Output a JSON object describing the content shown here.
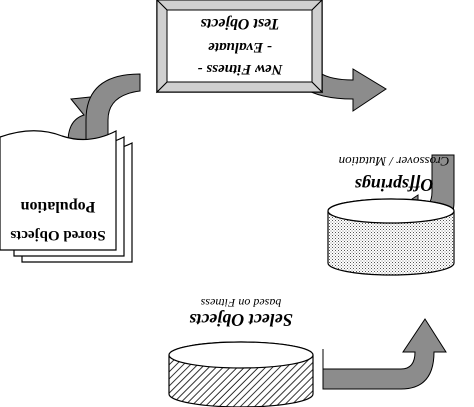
{
  "diagram": {
    "evaluate_box": {
      "line1": "New Fitness -",
      "line2": "- Evaluate",
      "line3": "Test Objects"
    },
    "population": {
      "title": "Population",
      "subtitle": "Stored Objects"
    },
    "select": {
      "title": "Select Objects",
      "subtitle": "based on Fitness"
    },
    "offsprings": {
      "title": "Offsprings",
      "subtitle": "Crossover / Mutation"
    }
  },
  "colors": {
    "arrow_fill": "#8c8c8c",
    "box_bevel": "#d0d0d0",
    "stroke": "#000000",
    "background": "#ffffff"
  }
}
